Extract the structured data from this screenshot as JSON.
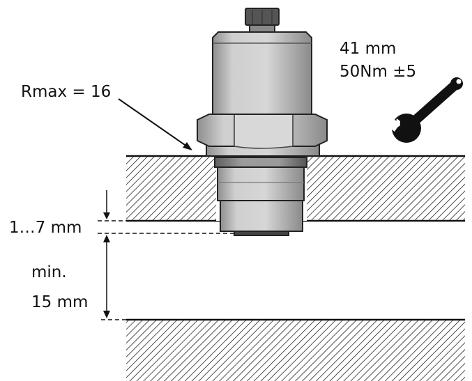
{
  "labels": {
    "wrench_size": "41 mm",
    "torque": "50Nm ±5",
    "roughness": "Rmax = 16",
    "protrusion": "1…7 mm",
    "min_line1": "min.",
    "min_line2": "15 mm"
  },
  "icons": {
    "wrench": "wrench-icon"
  },
  "colors": {
    "line": "#111111",
    "sensor_body": "#c4c4c4",
    "sensor_dark": "#8a8a8a"
  }
}
